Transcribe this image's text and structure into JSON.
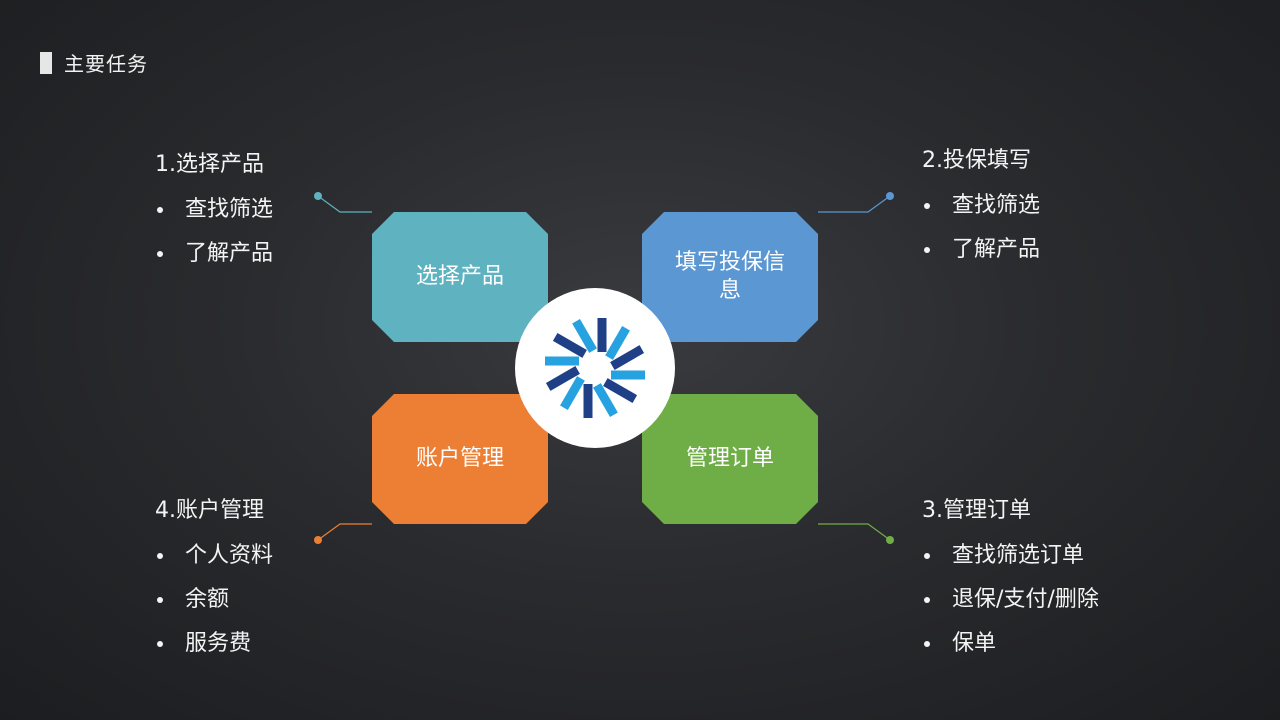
{
  "header": {
    "title": "主要任务"
  },
  "tasks": [
    {
      "heading": "1.选择产品",
      "items": [
        "查找筛选",
        "了解产品"
      ],
      "tile_label": "选择产品",
      "color": "#5fb2bf",
      "dot_color": "#5fb2bf"
    },
    {
      "heading": "2.投保填写",
      "items": [
        "查找筛选",
        "了解产品"
      ],
      "tile_label": "填写投保信息",
      "color": "#5b97d2",
      "dot_color": "#5b97d2"
    },
    {
      "heading": "3.管理订单",
      "items": [
        "查找筛选订单",
        "退保/支付/删除",
        "保单"
      ],
      "tile_label": "管理订单",
      "color": "#6fad47",
      "dot_color": "#6fad47"
    },
    {
      "heading": "4.账户管理",
      "items": [
        "个人资料",
        "余额",
        "服务费"
      ],
      "tile_label": "账户管理",
      "color": "#ec7f33",
      "dot_color": "#ec7f33"
    }
  ],
  "hub": {
    "icon": "pinwheel-logo-icon",
    "colors": [
      "#1f3f87",
      "#27a2e0"
    ]
  }
}
